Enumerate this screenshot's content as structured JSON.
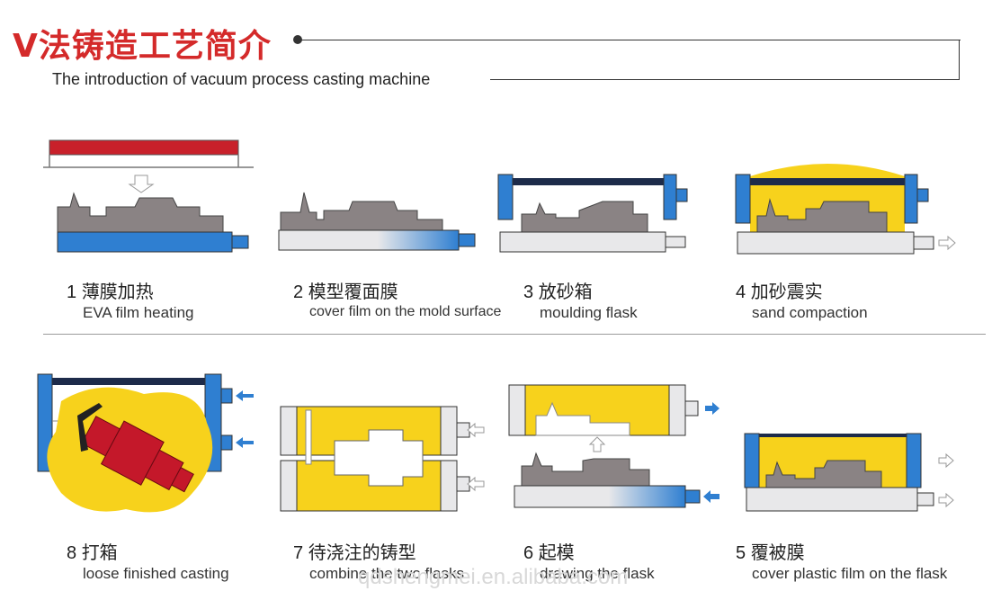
{
  "header": {
    "title": "V法铸造工艺简介",
    "subtitle": "The introduction of vacuum process casting machine"
  },
  "steps": [
    {
      "number": "1",
      "zh": "薄膜加热",
      "en": "EVA film heating"
    },
    {
      "number": "2",
      "zh": "模型覆面膜",
      "en": "cover film on the mold surface"
    },
    {
      "number": "3",
      "zh": "放砂箱",
      "en": "moulding flask"
    },
    {
      "number": "4",
      "zh": "加砂震实",
      "en": "sand compaction"
    },
    {
      "number": "8",
      "zh": "打箱",
      "en": "loose finished casting"
    },
    {
      "number": "7",
      "zh": "待浇注的铸型",
      "en": "combine the two flasks"
    },
    {
      "number": "6",
      "zh": "起模",
      "en": "drawing the flask"
    },
    {
      "number": "5",
      "zh": "覆被膜",
      "en": "cover plastic film on the flask"
    }
  ],
  "watermark": "qdshengmei.en.alibaba.com",
  "colors": {
    "title_red": "#d42a2a",
    "flask_blue": "#2f7fd1",
    "sand_yellow": "#f7d21c",
    "pattern_gray": "#8a8384",
    "heater_red": "#c8202a",
    "casting_red": "#c4182a",
    "plate_gray": "#e8e8ea"
  }
}
